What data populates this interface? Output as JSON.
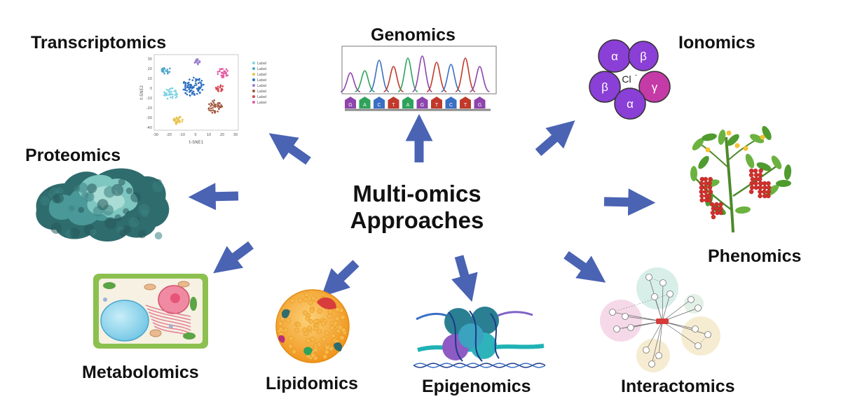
{
  "center": {
    "line1": "Multi-omics",
    "line2": "Approaches"
  },
  "labels": {
    "transcriptomics": "Transcriptomics",
    "genomics": "Genomics",
    "ionomics": "Ionomics",
    "proteomics": "Proteomics",
    "phenomics": "Phenomics",
    "metabolomics": "Metabolomics",
    "lipidomics": "Lipidomics",
    "epigenomics": "Epigenomics",
    "interactomics": "Interactomics"
  },
  "tsne": {
    "xlabel": "t-SNE1",
    "ylabel": "t-SNE2",
    "xticks": [
      "-30",
      "-20",
      "-10",
      "0",
      "10",
      "20",
      "30"
    ],
    "yticks": [
      "30",
      "20",
      "10",
      "0",
      "-10",
      "-20",
      "-30",
      "-40"
    ],
    "legend_label": "Label",
    "colors": [
      "#7fd3e3",
      "#4ea7c9",
      "#e8c24a",
      "#2c6fbf",
      "#9a7fd0",
      "#a0573c",
      "#d8434f",
      "#e35aa2"
    ]
  },
  "genomics": {
    "bases": [
      "G",
      "A",
      "C",
      "T",
      "A",
      "G",
      "T",
      "C",
      "T",
      "G"
    ],
    "base_colors": {
      "A": "#2fa25b",
      "C": "#3a6fc4",
      "G": "#8e44ad",
      "T": "#c0392b"
    }
  },
  "ionomics": {
    "subunits": [
      "α",
      "β",
      "β",
      "γ",
      "α"
    ],
    "ion": "Cl",
    "ion_sup": "-"
  },
  "colors": {
    "arrow": "#4a63b3",
    "ionomics_purple": "#8a3fd6",
    "ionomics_magenta": "#c43aa7",
    "cell_wall": "#8cc04f",
    "vacuole": "#7ecde8",
    "nucleus": "#e86a86",
    "lipid": "#f5a623",
    "protein_dark": "#2f6c6e",
    "protein_light": "#7ec6c0"
  }
}
